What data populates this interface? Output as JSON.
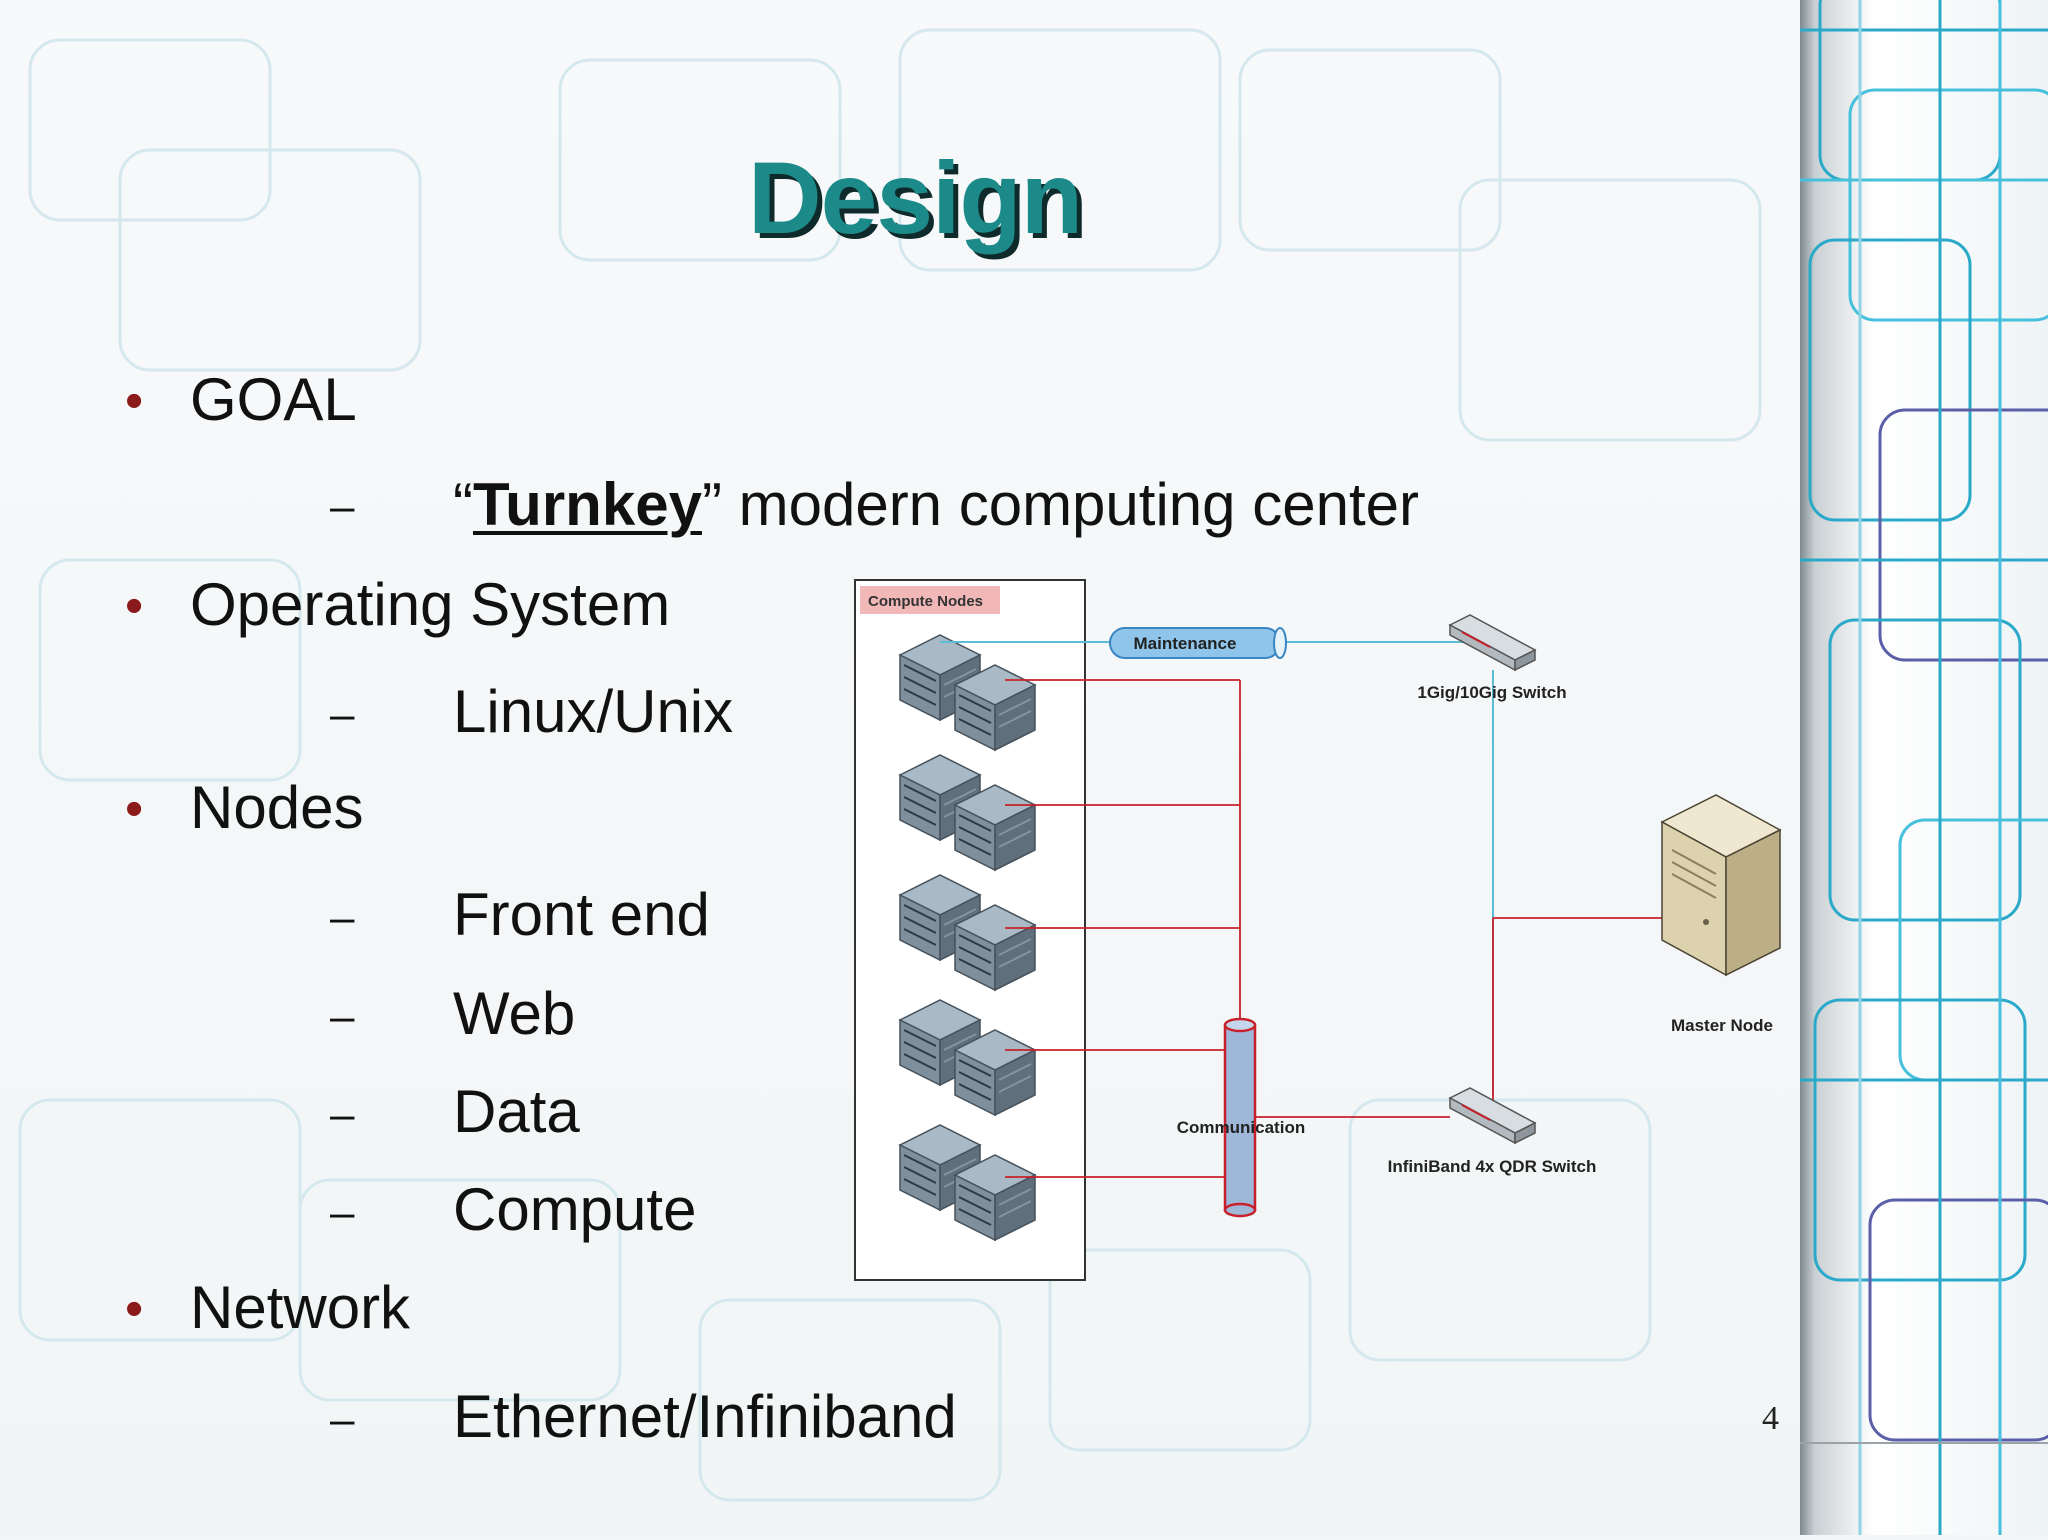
{
  "slide": {
    "title": "Design",
    "page_number": "4"
  },
  "bullets": [
    {
      "label": "GOAL",
      "subs": [
        {
          "before": "“",
          "emph": "Turnkey",
          "after": "” modern computing center"
        }
      ]
    },
    {
      "label": "Operating System",
      "subs": [
        {
          "text": "Linux/Unix"
        }
      ]
    },
    {
      "label": "Nodes",
      "subs": [
        {
          "text": "Front end"
        },
        {
          "text": "Web"
        },
        {
          "text": "Data"
        },
        {
          "text": "Compute"
        }
      ]
    },
    {
      "label": "Network",
      "subs": [
        {
          "text": "Ethernet/Infiniband"
        }
      ]
    }
  ],
  "markers": {
    "bullet": "•",
    "dash": "–"
  },
  "diagram": {
    "compute_nodes_label": "Compute Nodes",
    "maintenance_label": "Maintenance",
    "communication_label": "Communication",
    "ethernet_switch_label": "1Gig/10Gig Switch",
    "infiniband_switch_label": "InfiniBand 4x QDR Switch",
    "master_node_label": "Master Node"
  },
  "colors": {
    "title": "#1d8a8a",
    "title_shadow": "#0f2a2a",
    "bullet": "#8b1a1a",
    "diagram_red": "#c8202a",
    "diagram_cyan": "#5bbcd6",
    "compute_label_bg": "#f2b8b8"
  }
}
